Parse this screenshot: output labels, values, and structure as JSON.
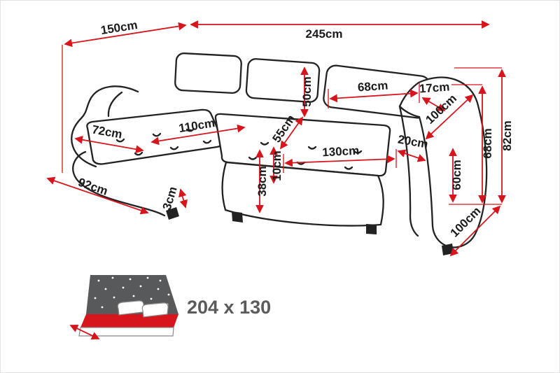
{
  "diagram": {
    "accent_color": "#d6151c",
    "outline_color": "#222222",
    "bed_icon_color": "#58595b",
    "labels": {
      "total_width": "245cm",
      "left_depth": "150cm",
      "total_height": "82cm",
      "backrest_height": "68cm",
      "back_cushion_width": "68cm",
      "back_cushion_side": "17cm",
      "back_cushion_height": "50cm",
      "armrest_length": "100cm",
      "armrest_width": "20cm",
      "armrest_height": "60cm",
      "side_depth": "100cm",
      "chaise_cushion_depth": "72cm",
      "chaise_cushion_width": "110cm",
      "seat_depth": "55cm",
      "seat_cushion_thickness": "10cm",
      "seat_width": "130cm",
      "seat_height": "38cm",
      "leg_height": "3cm",
      "chaise_front_width": "92cm"
    },
    "sleeping_area": {
      "label": "204 x 130"
    }
  }
}
